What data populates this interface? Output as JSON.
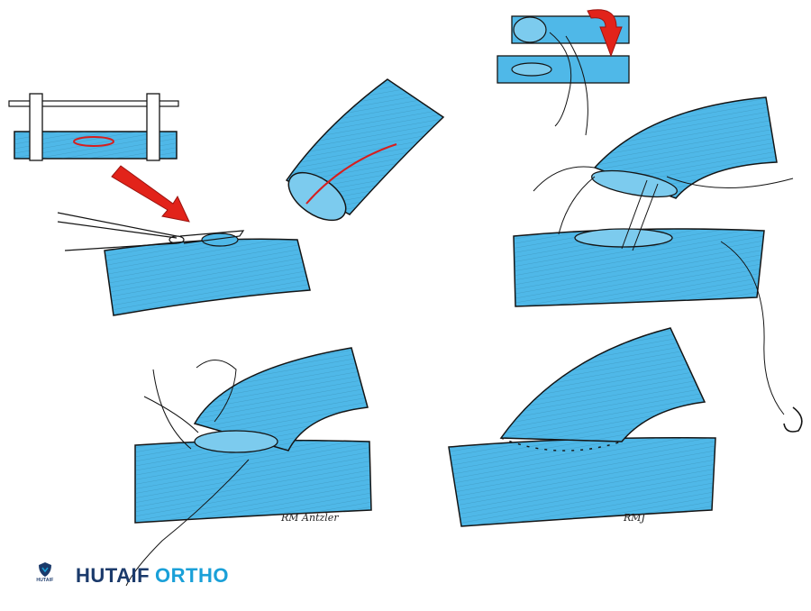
{
  "brand": {
    "name_part1": "HUTAIF",
    "name_part2": "ORTHO",
    "logo_text": "HUTAIF",
    "logo_icon": "shield-icon"
  },
  "signatures": {
    "panel_bottom_left": "RM Antzler",
    "panel_bottom_right": "RMJ"
  },
  "colors": {
    "vessel": "#4fb8e8",
    "outline": "#141414",
    "marking": "#d61e1e",
    "brand_dark": "#1b3a6b",
    "brand_light": "#1aa0d8"
  }
}
